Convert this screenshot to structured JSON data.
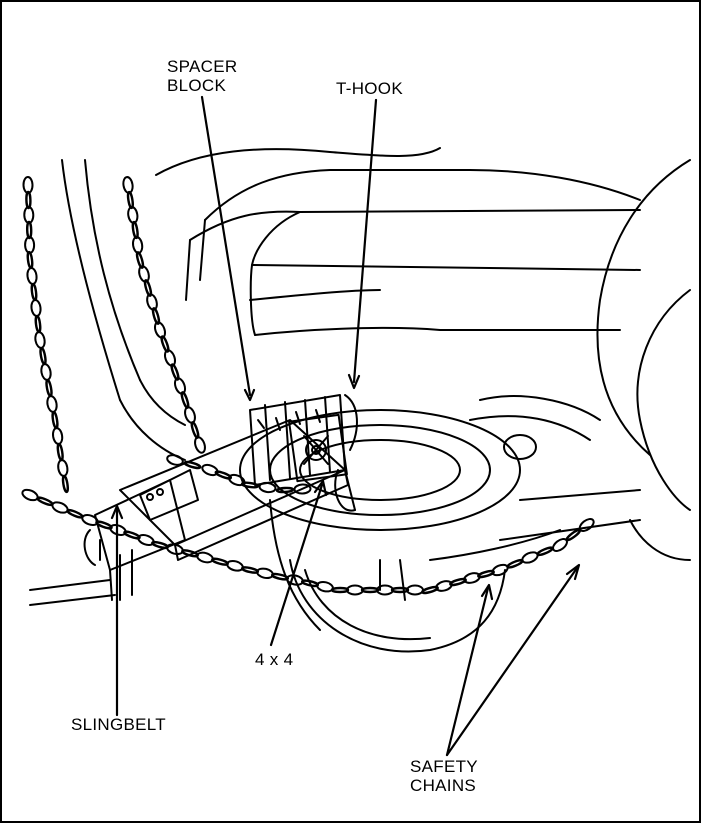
{
  "labels": {
    "spacer_block": [
      "SPACER",
      "BLOCK"
    ],
    "t_hook": "T-HOOK",
    "slingbelt": "SLINGBELT",
    "four_by_four": "4 x 4",
    "safety_chains": [
      "SAFETY",
      "CHAINS"
    ]
  },
  "colors": {
    "ink": "#000000",
    "paper": "#ffffff"
  }
}
